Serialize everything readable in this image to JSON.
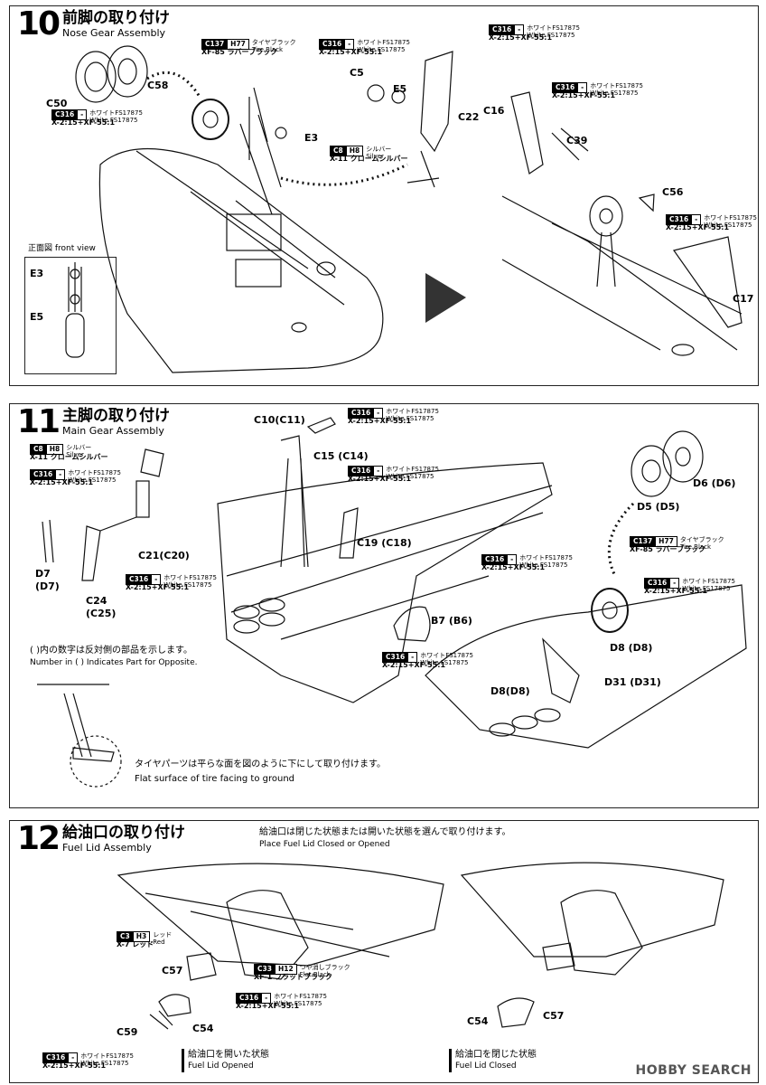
{
  "step10": {
    "number": "10",
    "title_jp": "前脚の取り付け",
    "title_en": "Nose Gear Assembly",
    "front_view_label": "正面図 front view",
    "parts": [
      "C58",
      "C50",
      "C5",
      "E5",
      "E3",
      "C22",
      "C16",
      "C39",
      "C56",
      "C17",
      "E3",
      "E5"
    ],
    "paints": [
      {
        "codes": [
          "C137",
          "H77"
        ],
        "jp": "タイヤブラック",
        "en": "Tire Black",
        "mix": "XF-85 ラバーブラック"
      },
      {
        "codes": [
          "C316",
          "-"
        ],
        "jp": "ホワイトFS17875",
        "en": "White FS17875",
        "mix": "X-2:15+XF-55:1"
      },
      {
        "codes": [
          "C316",
          "-"
        ],
        "jp": "ホワイトFS17875",
        "en": "White FS17875",
        "mix": "X-2:15+XF-55:1"
      },
      {
        "codes": [
          "C8",
          "H8"
        ],
        "jp": "シルバー",
        "en": "Silver",
        "mix": "X-11 クロームシルバー"
      },
      {
        "codes": [
          "C316",
          "-"
        ],
        "jp": "ホワイトFS17875",
        "en": "White FS17875",
        "mix": "X-2:15+XF-55:1"
      },
      {
        "codes": [
          "C316",
          "-"
        ],
        "jp": "ホワイトFS17875",
        "en": "White FS17875",
        "mix": "X-2:15+XF-55:1"
      },
      {
        "codes": [
          "C316",
          "-"
        ],
        "jp": "ホワイトFS17875",
        "en": "White FS17875",
        "mix": "X-2:15+XF-55:1"
      }
    ]
  },
  "step11": {
    "number": "11",
    "title_jp": "主脚の取り付け",
    "title_en": "Main Gear Assembly",
    "parts": [
      "C10(C11)",
      "C15 (C14)",
      "C19 (C18)",
      "D7",
      "(D7)",
      "C24",
      "(C25)",
      "C21(C20)",
      "B7 (B6)",
      "D6 (D6)",
      "D5 (D5)",
      "D8 (D8)",
      "D8(D8)",
      "D31 (D31)"
    ],
    "note_opposite_jp": "( )内の数字は反対側の部品を示します。",
    "note_opposite_en": "Number in ( ) Indicates Part for Opposite.",
    "tire_note_jp": "タイヤパーツは平らな面を図のように下にして取り付けます。",
    "tire_note_en": "Flat surface of tire facing to ground",
    "paints": [
      {
        "codes": [
          "C316",
          "-"
        ],
        "jp": "ホワイトFS17875",
        "en": "White FS17875",
        "mix": "X-2:15+XF-55:1"
      },
      {
        "codes": [
          "C8",
          "H8"
        ],
        "jp": "シルバー",
        "en": "Silver",
        "mix": "X-11 クロームシルバー"
      },
      {
        "codes": [
          "C316",
          "-"
        ],
        "jp": "ホワイトFS17875",
        "en": "White FS17875",
        "mix": "X-2:15+XF-55:1"
      },
      {
        "codes": [
          "C316",
          "-"
        ],
        "jp": "ホワイトFS17875",
        "en": "White FS17875",
        "mix": "X-2:15+XF-55:1"
      },
      {
        "codes": [
          "C316",
          "-"
        ],
        "jp": "ホワイトFS17875",
        "en": "White FS17875",
        "mix": "X-2:15+XF-55:1"
      },
      {
        "codes": [
          "C137",
          "H77"
        ],
        "jp": "タイヤブラック",
        "en": "Tire Black",
        "mix": "XF-85 ラバーブラック"
      },
      {
        "codes": [
          "C316",
          "-"
        ],
        "jp": "ホワイトFS17875",
        "en": "White FS17875",
        "mix": "X-2:15+XF-55:1"
      },
      {
        "codes": [
          "C316",
          "-"
        ],
        "jp": "ホワイトFS17875",
        "en": "White FS17875",
        "mix": "X-2:15+XF-55:1"
      },
      {
        "codes": [
          "C316",
          "-"
        ],
        "jp": "ホワイトFS17875",
        "en": "White FS17875",
        "mix": "X-2:15+XF-55:1"
      }
    ]
  },
  "step12": {
    "number": "12",
    "title_jp": "給油口の取り付け",
    "title_en": "Fuel Lid Assembly",
    "choice_jp": "給油口は閉じた状態または開いた状態を選んで取り付けます。",
    "choice_en": "Place Fuel Lid Closed or Opened",
    "parts": [
      "C57",
      "C59",
      "C54",
      "C54",
      "C57"
    ],
    "opened_jp": "給油口を開いた状態",
    "opened_en": "Fuel Lid Opened",
    "closed_jp": "給油口を閉じた状態",
    "closed_en": "Fuel Lid Closed",
    "paints": [
      {
        "codes": [
          "C3",
          "H3"
        ],
        "jp": "レッド",
        "en": "Red",
        "mix": "X-7 レッド"
      },
      {
        "codes": [
          "C33",
          "H12"
        ],
        "jp": "つや消しブラック",
        "en": "Flat Black",
        "mix": "XF-1 フラットブラック"
      },
      {
        "codes": [
          "C316",
          "-"
        ],
        "jp": "ホワイトFS17875",
        "en": "White FS17875",
        "mix": "X-2:15+XF-55:1"
      },
      {
        "codes": [
          "C316",
          "-"
        ],
        "jp": "ホワイトFS17875",
        "en": "White FS17875",
        "mix": "X-2:15+XF-55:1"
      }
    ]
  },
  "watermark": "HOBBY SEARCH"
}
